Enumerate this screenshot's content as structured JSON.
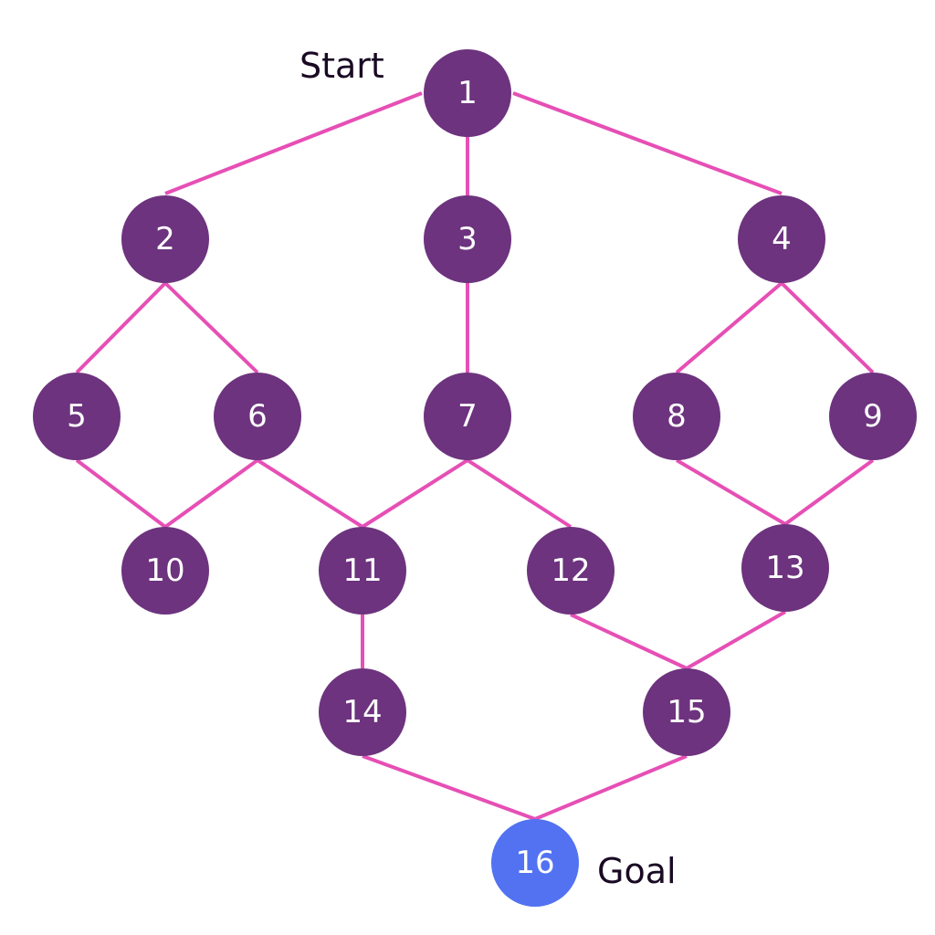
{
  "colors": {
    "node": "#6d337e",
    "goal_node": "#5272f2",
    "edge": "#e64fb5",
    "node_text": "#ffffff",
    "label_text": "#1a0a24"
  },
  "nodes": [
    {
      "id": "1",
      "label": "1",
      "role": "start"
    },
    {
      "id": "2",
      "label": "2"
    },
    {
      "id": "3",
      "label": "3"
    },
    {
      "id": "4",
      "label": "4"
    },
    {
      "id": "5",
      "label": "5"
    },
    {
      "id": "6",
      "label": "6"
    },
    {
      "id": "7",
      "label": "7"
    },
    {
      "id": "8",
      "label": "8"
    },
    {
      "id": "9",
      "label": "9"
    },
    {
      "id": "10",
      "label": "10"
    },
    {
      "id": "11",
      "label": "11"
    },
    {
      "id": "12",
      "label": "12"
    },
    {
      "id": "13",
      "label": "13"
    },
    {
      "id": "14",
      "label": "14"
    },
    {
      "id": "15",
      "label": "15"
    },
    {
      "id": "16",
      "label": "16",
      "role": "goal"
    }
  ],
  "edges": [
    [
      "1",
      "2"
    ],
    [
      "1",
      "3"
    ],
    [
      "1",
      "4"
    ],
    [
      "2",
      "5"
    ],
    [
      "2",
      "6"
    ],
    [
      "3",
      "7"
    ],
    [
      "4",
      "8"
    ],
    [
      "4",
      "9"
    ],
    [
      "5",
      "10"
    ],
    [
      "6",
      "10"
    ],
    [
      "6",
      "11"
    ],
    [
      "7",
      "11"
    ],
    [
      "7",
      "12"
    ],
    [
      "8",
      "13"
    ],
    [
      "9",
      "13"
    ],
    [
      "11",
      "14"
    ],
    [
      "12",
      "15"
    ],
    [
      "13",
      "15"
    ],
    [
      "14",
      "16"
    ],
    [
      "15",
      "16"
    ]
  ],
  "labels": {
    "start": "Start",
    "goal": "Goal"
  }
}
